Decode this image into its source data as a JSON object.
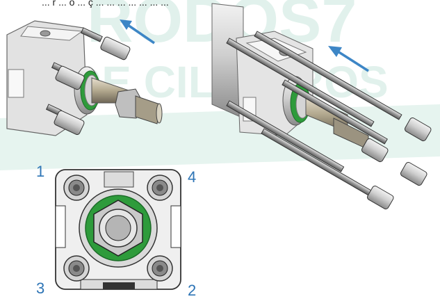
{
  "watermark": {
    "text": "RODOS7",
    "subtext": "DE CILINDROS",
    "color": "#34a37c"
  },
  "caption_top": "... r ... ó ... ç ... ... ... ... ... ... ...",
  "labels": {
    "n1": "1",
    "n2": "2",
    "n3": "3",
    "n4": "4",
    "color": "#2e75b6"
  },
  "colors": {
    "arrow": "#3d86c6",
    "seal": "#2e9b3b",
    "metal": "#bfbfbf"
  }
}
